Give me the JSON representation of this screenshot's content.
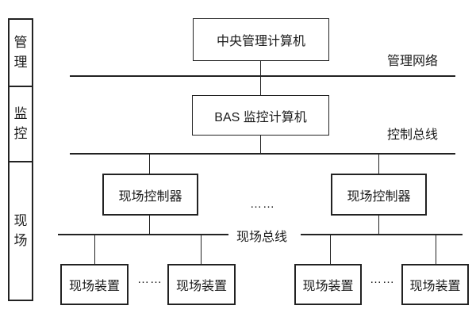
{
  "sidebar": {
    "items": [
      {
        "label": "管理"
      },
      {
        "label": "监控"
      },
      {
        "label": "现场"
      }
    ]
  },
  "nodes": {
    "central_label": "中央管理计算机",
    "bas_label": "BAS 监控计算机",
    "controller_left_label": "现场控制器",
    "controller_right_label": "现场控制器",
    "device_labels": [
      "现场装置",
      "现场装置",
      "现场装置",
      "现场装置"
    ]
  },
  "bus_labels": {
    "management_network": "管理网络",
    "control_bus": "控制总线",
    "field_bus": "现场总线"
  },
  "ellipsis": {
    "between_controllers": "……",
    "between_devices_left": "……",
    "between_devices_right": "……"
  },
  "colors": {
    "line": "#222222",
    "background": "#ffffff",
    "text": "#1a1a1a"
  }
}
